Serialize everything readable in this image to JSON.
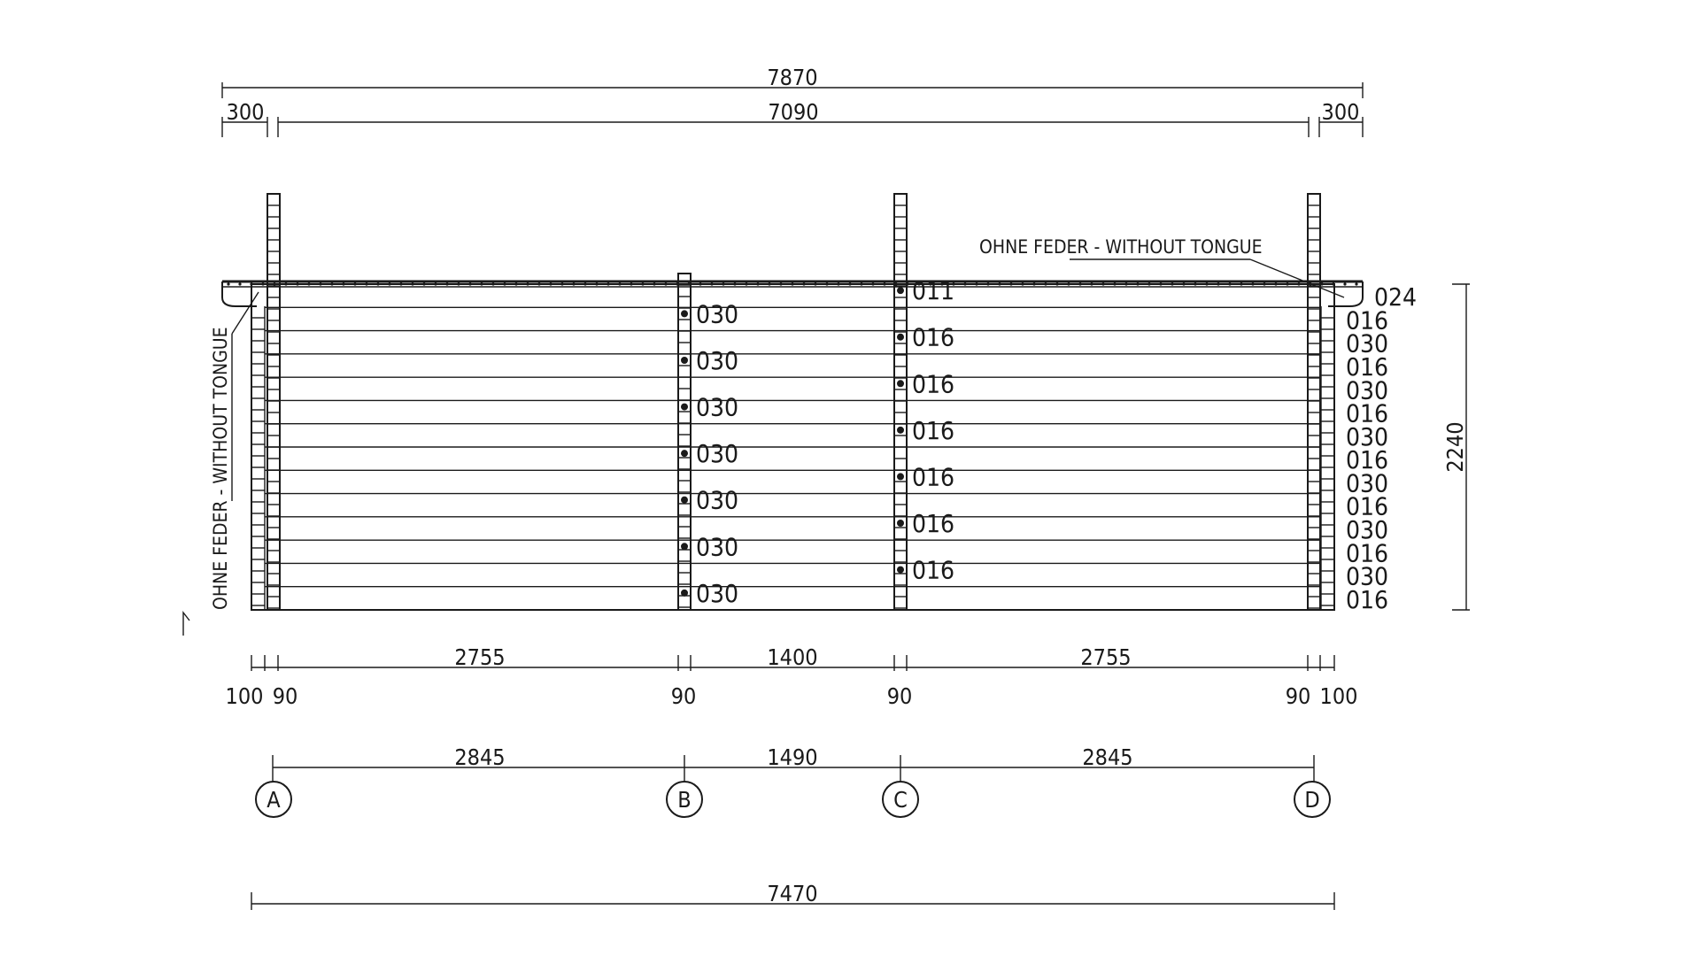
{
  "dimensions": {
    "overall_top": "7870",
    "overhang_left": "300",
    "span_top": "7090",
    "overhang_right": "300",
    "height_right": "2240",
    "bays_clear": [
      "2755",
      "1400",
      "2755"
    ],
    "end_offset_left": "100",
    "end_offset_right": "100",
    "post_widths": [
      "90",
      "90",
      "90",
      "90"
    ],
    "axis_spans": [
      "2845",
      "1490",
      "2845"
    ],
    "overall_bottom": "7470"
  },
  "axes": [
    "A",
    "B",
    "C",
    "D"
  ],
  "notes": {
    "top_right": "OHNE FEDER - WITHOUT TONGUE",
    "left_vertical": "OHNE FEDER - WITHOUT TONGUE"
  },
  "labels_post_b": [
    "030",
    "030",
    "030",
    "030",
    "030",
    "030",
    "030"
  ],
  "labels_post_c": [
    "011",
    "016",
    "016",
    "016",
    "016",
    "016",
    "016"
  ],
  "labels_right": [
    "024",
    "016",
    "030",
    "016",
    "030",
    "016",
    "030",
    "016",
    "030",
    "016",
    "030",
    "016",
    "030",
    "016"
  ]
}
